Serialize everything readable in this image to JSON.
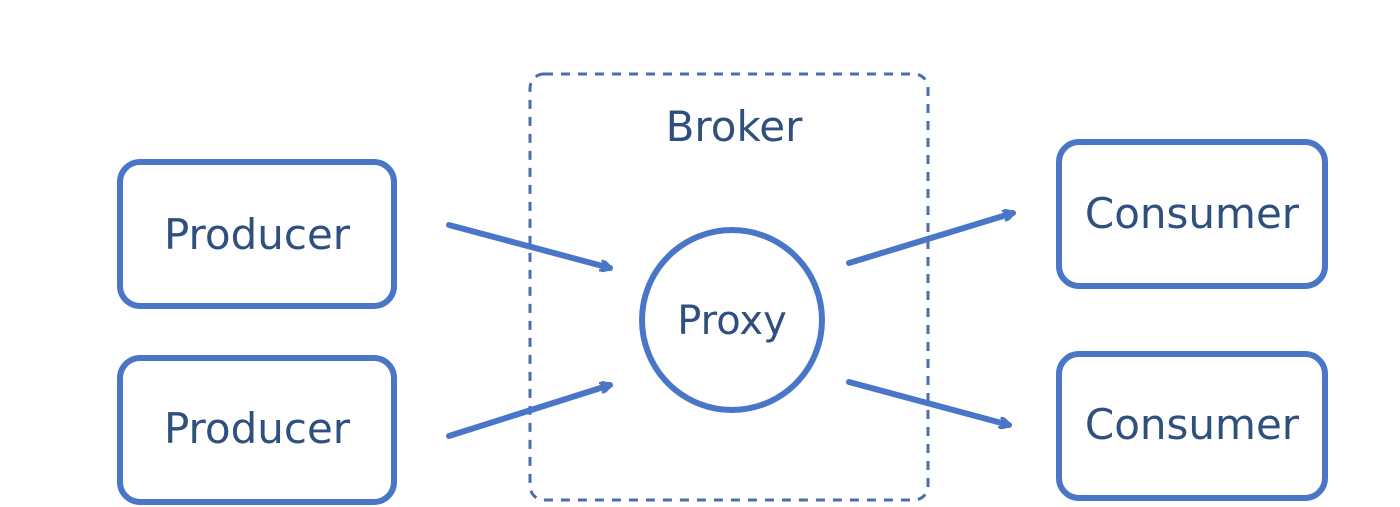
{
  "broker": {
    "label": "Broker"
  },
  "proxy": {
    "label": "Proxy"
  },
  "producers": [
    {
      "label": "Producer"
    },
    {
      "label": "Producer"
    }
  ],
  "consumers": [
    {
      "label": "Consumer"
    },
    {
      "label": "Consumer"
    }
  ],
  "colors": {
    "stroke": "#4a76c8",
    "text": "#2f4f7f",
    "broker_border": "#4a6fa8"
  }
}
